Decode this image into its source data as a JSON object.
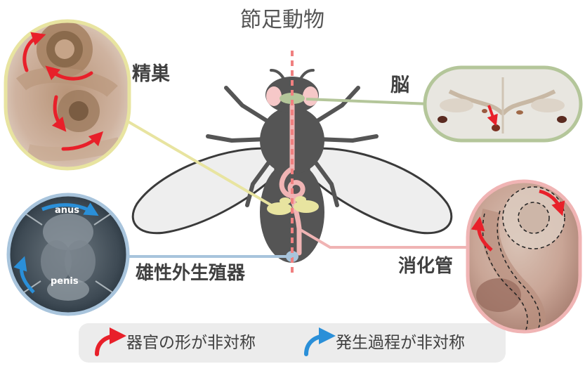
{
  "title": "節足動物",
  "labels": {
    "testis": "精巣",
    "brain": "脳",
    "genitalia": "雄性外生殖器",
    "gut": "消化管"
  },
  "micrograph_labels": {
    "anus": "anus",
    "penis": "penis"
  },
  "legend": {
    "shape_asymmetry": "器官の形が非対称",
    "process_asymmetry": "発生過程が非対称"
  },
  "colors": {
    "testis": "#e8e4a0",
    "brain": "#b4c69a",
    "genitalia": "#a8c4dc",
    "gut": "#f0b4b4",
    "red_arrow": "#e8202a",
    "blue_arrow": "#2a8fd8",
    "fly_body": "#555555",
    "wing": "#eeeeee",
    "midline": "#f08080"
  }
}
